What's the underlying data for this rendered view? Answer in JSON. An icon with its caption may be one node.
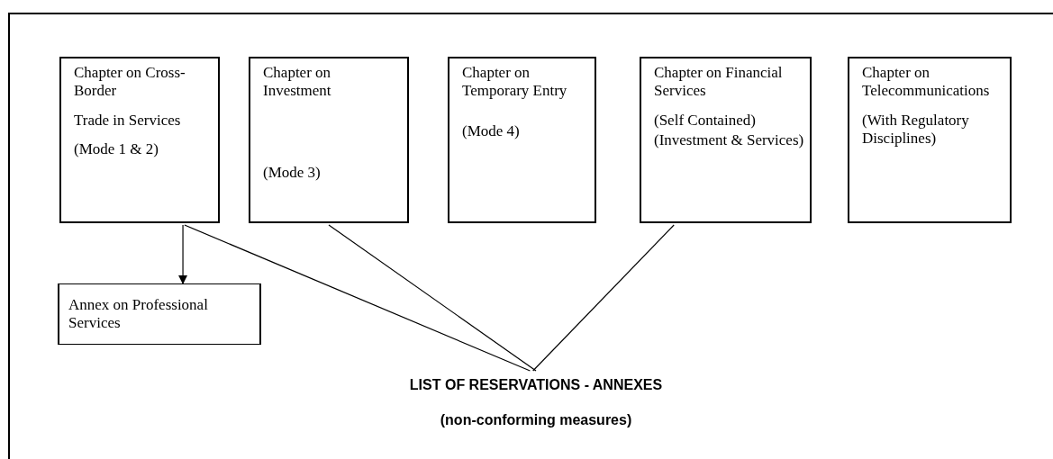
{
  "diagram": {
    "nodes": [
      {
        "text": [
          "Chapter on Cross-Border",
          "Trade in Services",
          "(Mode 1 & 2)"
        ]
      },
      {
        "text": [
          "Chapter on Investment",
          "(Mode 3)"
        ]
      },
      {
        "text": [
          "Chapter on Temporary Entry",
          "(Mode 4)"
        ]
      },
      {
        "text": [
          "Chapter on Financial Services",
          "(Self Contained)",
          "(Investment & Services)"
        ]
      },
      {
        "text": [
          "Chapter on Telecommunications",
          "(With Regulatory Disciplines)"
        ]
      },
      {
        "text": [
          "Annex on Professional Services"
        ]
      },
      {
        "text": [
          "LIST OF RESERVATIONS - ANNEXES",
          "(non-conforming measures)"
        ]
      }
    ],
    "edges": [
      {
        "from": 0,
        "to": 5,
        "arrow": "to"
      },
      {
        "from": 0,
        "to": 6,
        "arrow": "none"
      },
      {
        "from": 1,
        "to": 6,
        "arrow": "none"
      },
      {
        "from": 3,
        "to": 6,
        "arrow": "none"
      }
    ]
  }
}
